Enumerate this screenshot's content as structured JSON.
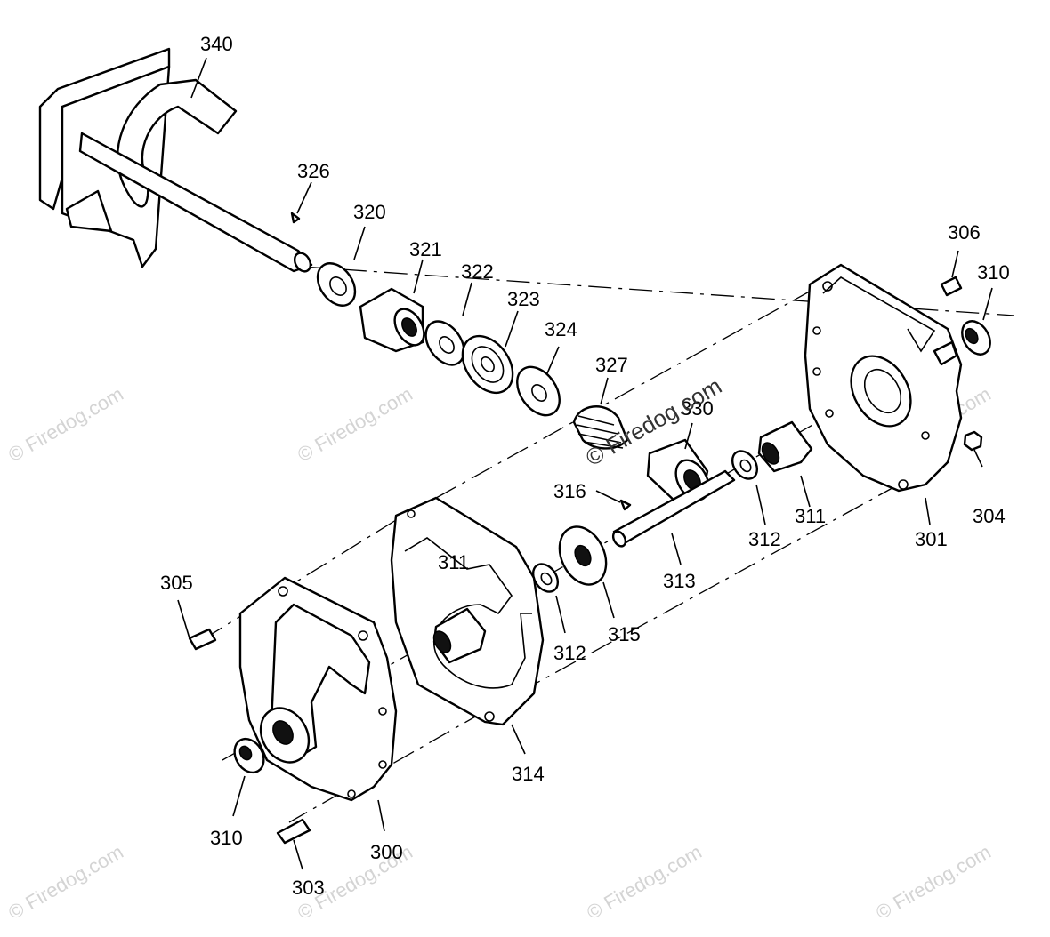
{
  "diagram": {
    "part_labels": [
      "340",
      "326",
      "320",
      "321",
      "322",
      "323",
      "324",
      "327",
      "330",
      "316",
      "313",
      "312",
      "311",
      "301",
      "304",
      "310",
      "306",
      "305",
      "314",
      "315",
      "300",
      "303"
    ],
    "labels": {
      "p340": "340",
      "p326": "326",
      "p320": "320",
      "p321": "321",
      "p322": "322",
      "p323": "323",
      "p324": "324",
      "p327": "327",
      "p330": "330",
      "p316": "316",
      "p306": "306",
      "p310_right": "310",
      "p311_right": "311",
      "p312_right": "312",
      "p313": "313",
      "p301": "301",
      "p304": "304",
      "p305": "305",
      "p311_left": "311",
      "p312_left": "312",
      "p315": "315",
      "p314": "314",
      "p310_left": "310",
      "p300": "300",
      "p303": "303"
    },
    "watermark_center": "© Firedog.com",
    "watermark_repeat": "© Firedog.com"
  }
}
